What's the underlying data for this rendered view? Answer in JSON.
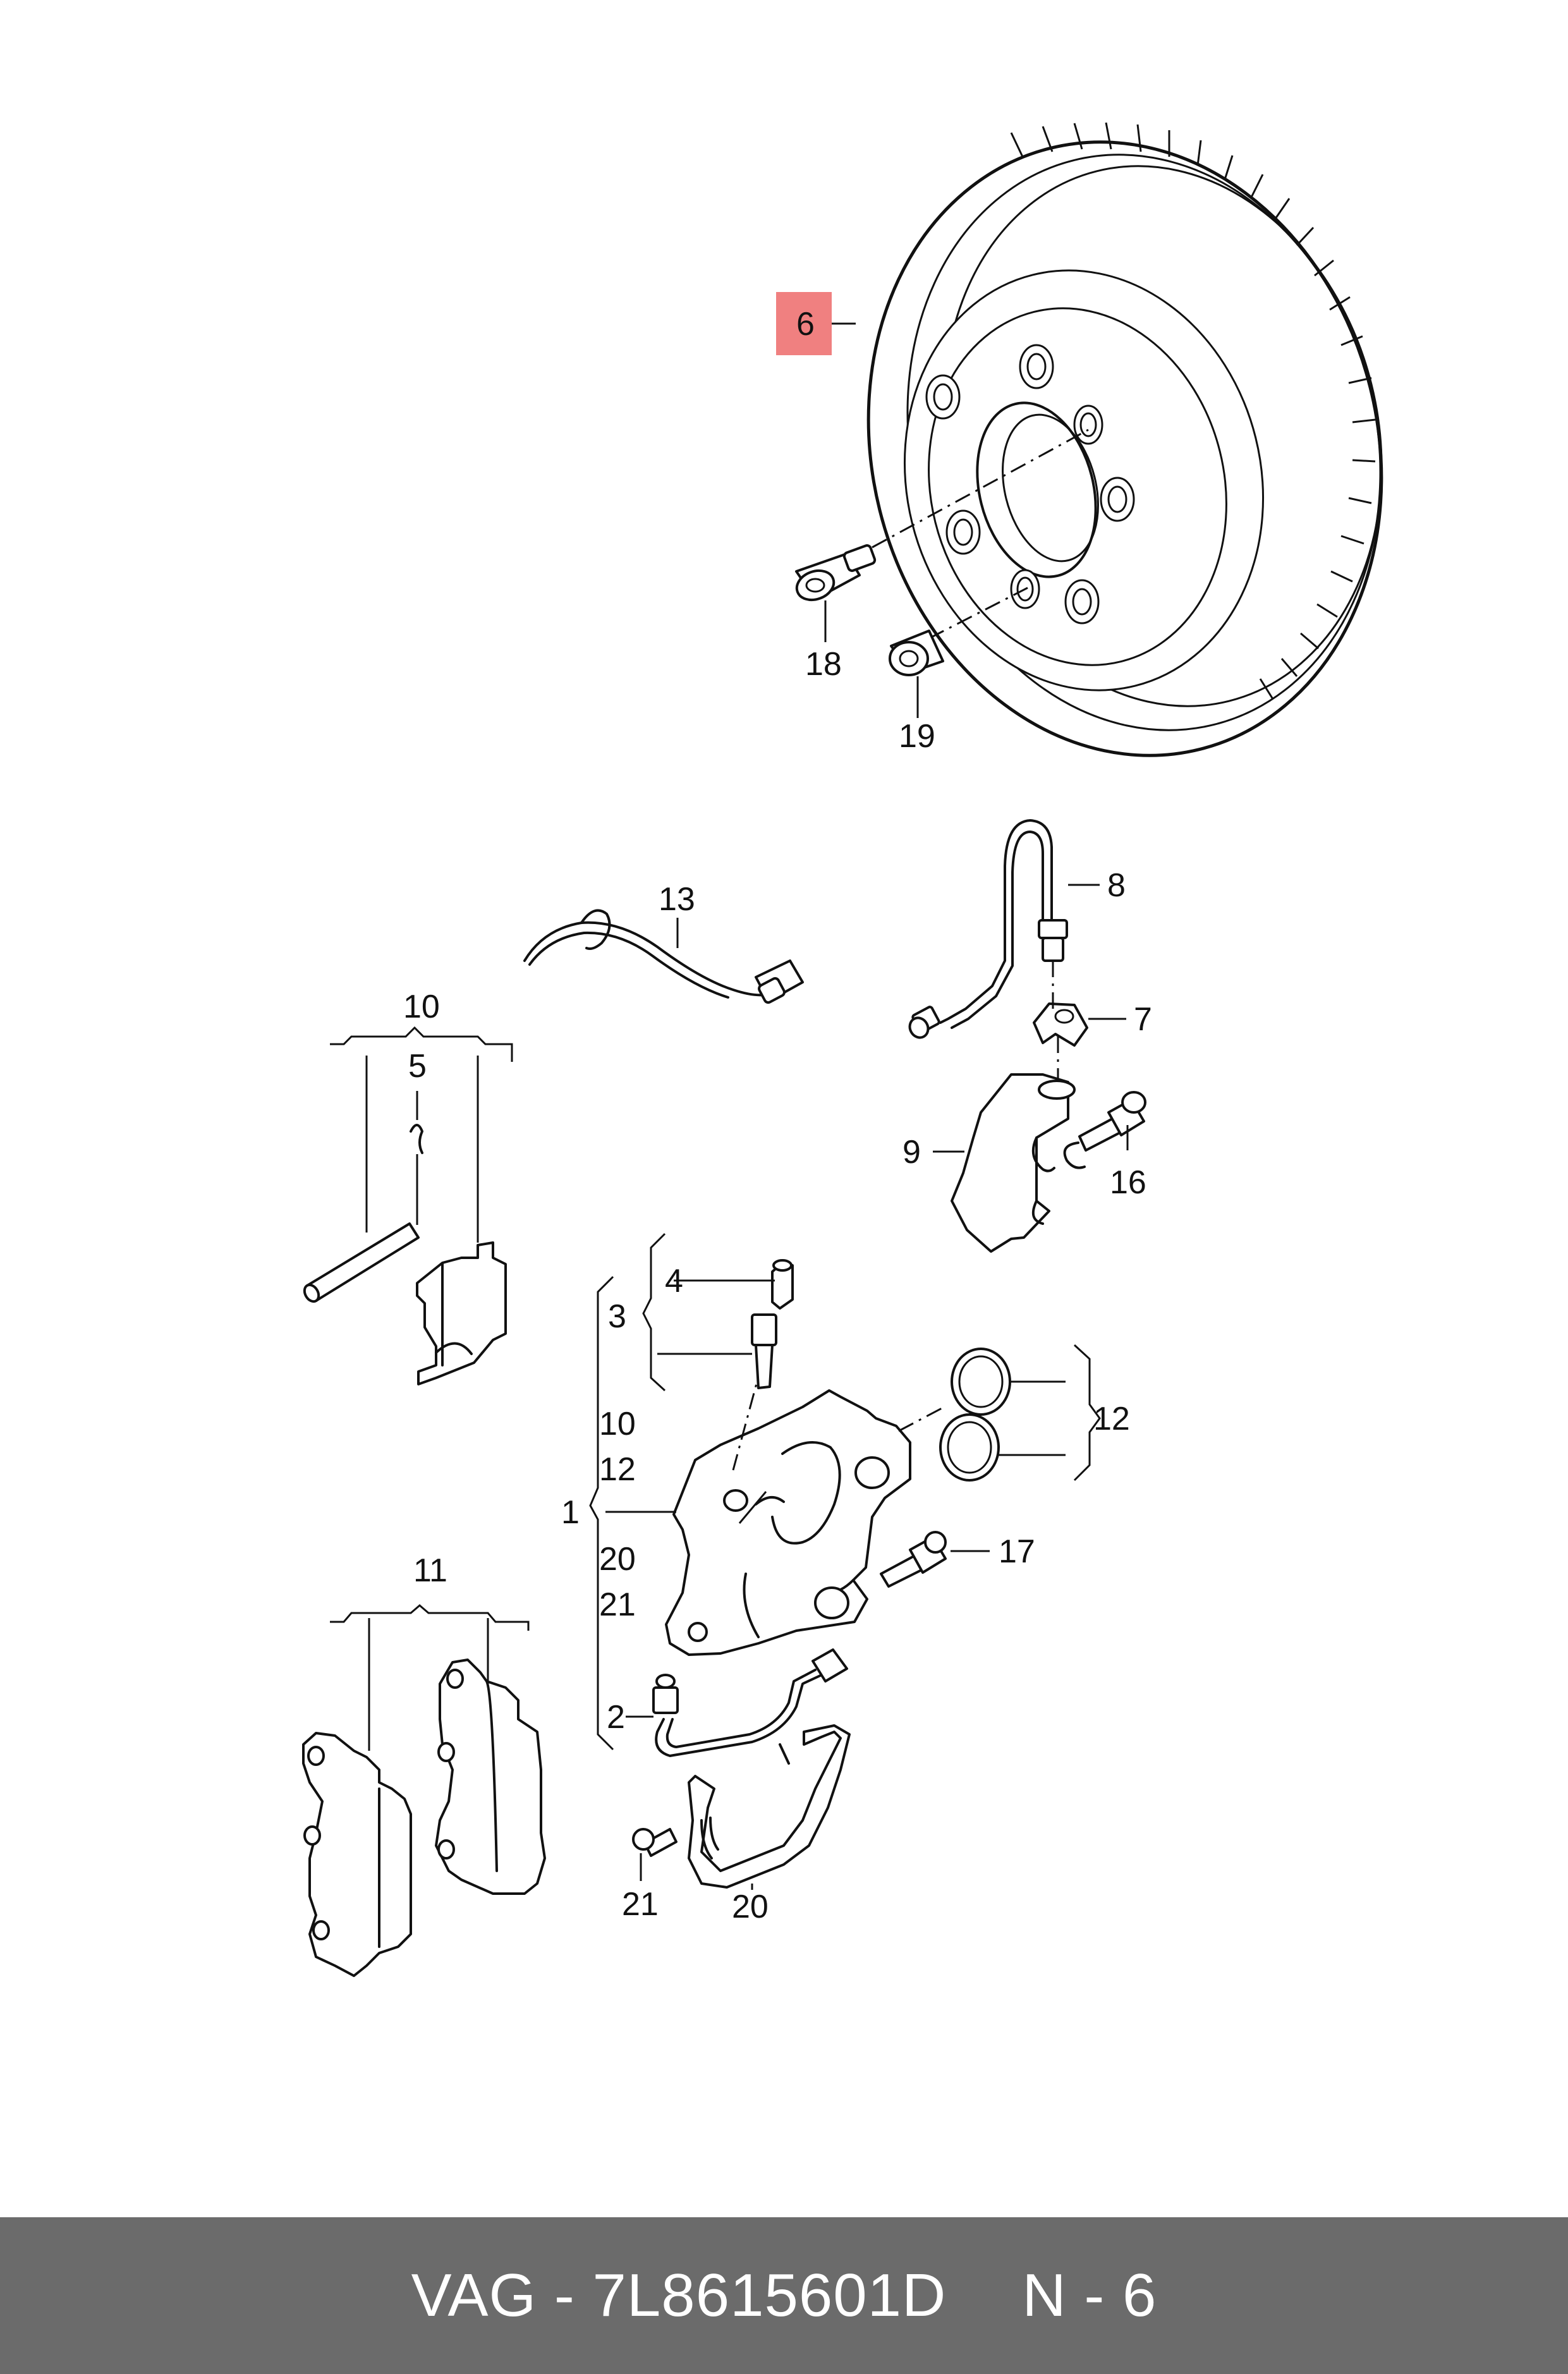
{
  "labels": {
    "p1": "1",
    "p2": "2",
    "p3": "3",
    "p4": "4",
    "p5": "5",
    "p6": "6",
    "p7": "7",
    "p8": "8",
    "p9": "9",
    "p10": "10",
    "p11": "11",
    "p12": "12",
    "p13": "13",
    "p16": "16",
    "p17": "17",
    "p18": "18",
    "p19": "19",
    "p20": "20",
    "p21": "21",
    "b10": "10",
    "b12": "12",
    "b20": "20",
    "b21": "21"
  },
  "highlight_color": "#f08080",
  "footer": {
    "brand": "VAG",
    "separator": " - ",
    "part_number": "7L8615601D",
    "page_ref": "N - 6"
  }
}
